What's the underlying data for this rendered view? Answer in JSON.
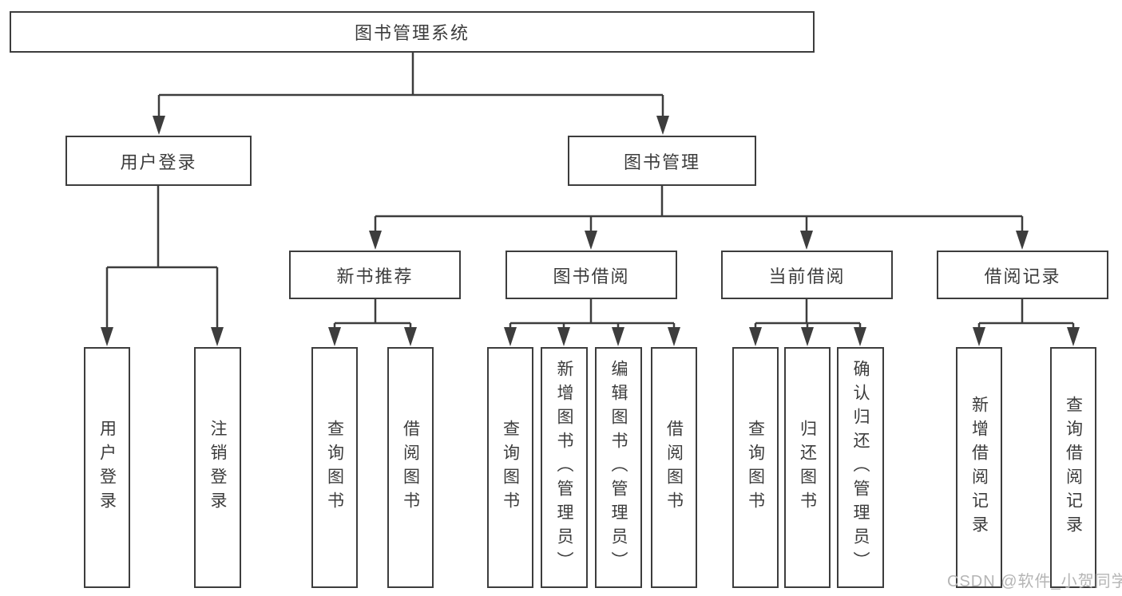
{
  "tree": {
    "label": "图书管理系统",
    "children": [
      {
        "label": "用户登录",
        "children": [
          {
            "label": "用户登录"
          },
          {
            "label": "注销登录"
          }
        ]
      },
      {
        "label": "图书管理",
        "children": [
          {
            "label": "新书推荐",
            "children": [
              {
                "label": "查询图书"
              },
              {
                "label": "借阅图书"
              }
            ]
          },
          {
            "label": "图书借阅",
            "children": [
              {
                "label": "查询图书"
              },
              {
                "label": "新增图书（管理员）"
              },
              {
                "label": "编辑图书（管理员）"
              },
              {
                "label": "借阅图书"
              }
            ]
          },
          {
            "label": "当前借阅",
            "children": [
              {
                "label": "查询图书"
              },
              {
                "label": "归还图书"
              },
              {
                "label": "确认归还（管理员）"
              }
            ]
          },
          {
            "label": "借阅记录",
            "children": [
              {
                "label": "新增借阅记录"
              },
              {
                "label": "查询借阅记录"
              }
            ]
          }
        ]
      }
    ]
  },
  "watermark": {
    "text": "CSDN @软件_小贺同学"
  },
  "colors": {
    "line": "#3d3d3d",
    "text": "#3c3c3c",
    "background": "#ffffff",
    "watermark": "#b5b5b5"
  }
}
